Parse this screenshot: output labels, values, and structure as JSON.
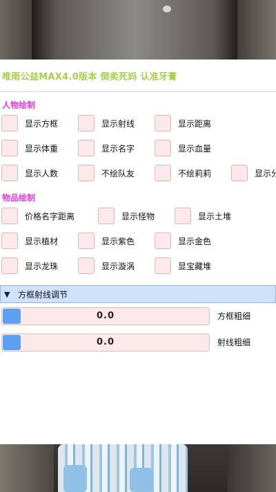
{
  "title": "唯雨公益MAX4.0版本 倒卖死妈 认准牙膏",
  "sections": {
    "character": {
      "title": "人物绘制",
      "rows": [
        [
          "显示方框",
          "显示射线",
          "显示距离"
        ],
        [
          "显示体重",
          "显示名字",
          "显示血量"
        ],
        [
          "显示人数",
          "不绘队友",
          "不绘莉莉",
          "显示分"
        ]
      ]
    },
    "items": {
      "title": "物品绘制",
      "rows": [
        [
          "价格名字距离",
          "显示怪物",
          "显示土堆"
        ],
        [
          "显示植材",
          "显示紫色",
          "显示金色"
        ],
        [
          "显示龙珠",
          "显示漩涡",
          "显宝藏堆"
        ]
      ]
    }
  },
  "collapse": {
    "arrow": "▼",
    "label": "方框射线调节"
  },
  "sliders": [
    {
      "value": "0.0",
      "label": "方框粗细",
      "fraction": 0.0
    },
    {
      "value": "0.0",
      "label": "射线粗细",
      "fraction": 0.0
    }
  ],
  "colors": {
    "title": "#a6d04a",
    "section_title": "#e83ce0",
    "checkbox_bg": "#fde9e9",
    "collapse_bg": "#cfe1fb",
    "slider_accent": "#5a9ef2"
  }
}
